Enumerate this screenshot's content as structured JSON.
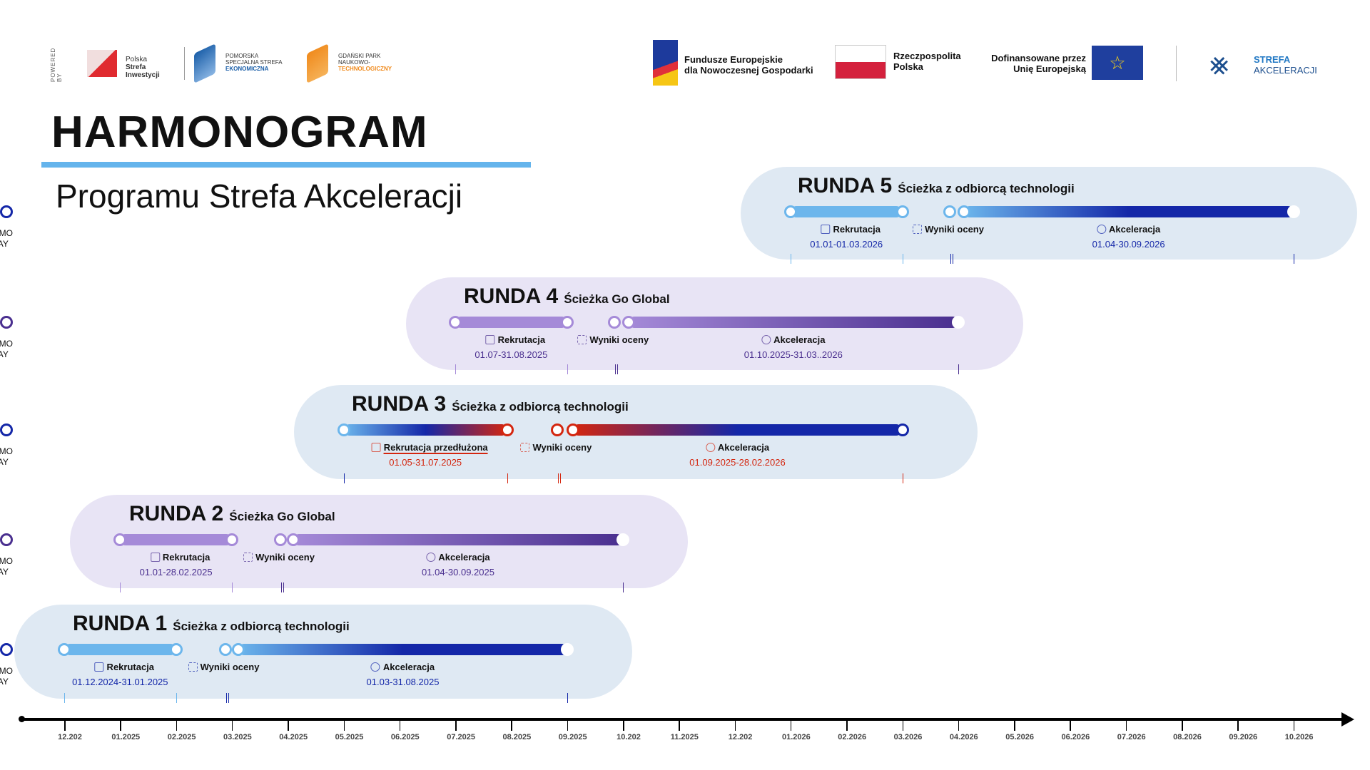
{
  "header": {
    "powered_by": "POWERED BY",
    "logos": {
      "psi": [
        "Polska",
        "Strefa Inwestycji"
      ],
      "psse": [
        "POMORSKA",
        "SPECJALNA STREFA",
        "EKONOMICZNA"
      ],
      "gpnt": [
        "GDAŃSKI PARK",
        "NAUKOWO-",
        "TECHNOLOGICZNY"
      ],
      "fe": [
        "Fundusze Europejskie",
        "dla Nowoczesnej Gospodarki"
      ],
      "rp": [
        "Rzeczpospolita",
        "Polska"
      ],
      "eu": [
        "Dofinansowane przez",
        "Unię Europejską"
      ],
      "sa": [
        "STREFA",
        "AKCELERACJI"
      ]
    },
    "title": "HARMONOGRAM",
    "subtitle": "Programu Strefa Akceleracji"
  },
  "colors": {
    "blue_light": "#6cb6ec",
    "blue_dark": "#1427a8",
    "purple_light": "#a58ad8",
    "purple_dark": "#4a2f8f",
    "red": "#d4260f"
  },
  "axis": {
    "months": [
      "12.202",
      "01.2025",
      "02.2025",
      "03.2025",
      "04.2025",
      "05.2025",
      "06.2025",
      "07.2025",
      "08.2025",
      "09.2025",
      "10.202",
      "11.2025",
      "12.202",
      "01.2026",
      "02.2026",
      "03.2026",
      "04.2026",
      "05.2026",
      "06.2026",
      "07.2026",
      "08.2026",
      "09.2026",
      "10.2026"
    ]
  },
  "rounds": [
    {
      "title": "RUNDA 5",
      "path": "Ścieżka z odbiorcą technologii",
      "theme": "blue",
      "rek": [
        13,
        15
      ],
      "wyn": 15.85,
      "acc": [
        16.1,
        22
      ],
      "demo": "DEMO",
      "rek_label": "Rekrutacja",
      "rek_date": "01.01-01.03.2026",
      "wyn_label": "Wyniki oceny",
      "acc_label": "Akceleracja",
      "acc_date": "01.04-30.09.2026",
      "day": "DAY"
    },
    {
      "title": "RUNDA 4",
      "path": "Ścieżka Go Global",
      "theme": "purple",
      "rek": [
        7,
        9
      ],
      "wyn": 9.85,
      "acc": [
        10.1,
        16
      ],
      "demo": "DEMO",
      "rek_label": "Rekrutacja",
      "rek_date": "01.07-31.08.2025",
      "wyn_label": "Wyniki oceny",
      "acc_label": "Akceleracja",
      "acc_date": "01.10.2025-31.03..2026",
      "day": "DAY"
    },
    {
      "title": "RUNDA 3",
      "path": "Ścieżka z odbiorcą technologii",
      "theme": "red",
      "rek": [
        5,
        7.93
      ],
      "wyn": 8.83,
      "acc": [
        9.1,
        15
      ],
      "demo": "DEMO",
      "rek_label": "Rekrutacja przedłużona",
      "rek_date": "01.05-31.07.2025",
      "wyn_label": "Wyniki oceny",
      "acc_label": "Akceleracja",
      "acc_date": "01.09.2025-28.02.2026",
      "day": "DAY"
    },
    {
      "title": "RUNDA 2",
      "path": "Ścieżka Go Global",
      "theme": "purple",
      "rek": [
        1,
        3
      ],
      "wyn": 3.87,
      "acc": [
        4.1,
        10
      ],
      "demo": "DEMO",
      "rek_label": "Rekrutacja",
      "rek_date": "01.01-28.02.2025",
      "wyn_label": "Wyniki oceny",
      "acc_label": "Akceleracja",
      "acc_date": "01.04-30.09.2025",
      "day": "DAY"
    },
    {
      "title": "RUNDA 1",
      "path": "Ścieżka z odbiorcą technologii",
      "theme": "blue",
      "rek": [
        0,
        2
      ],
      "wyn": 2.88,
      "acc": [
        3.12,
        9
      ],
      "demo": "DEMO",
      "rek_label": "Rekrutacja",
      "rek_date": "01.12.2024-31.01.2025",
      "wyn_label": "Wyniki oceny",
      "acc_label": "Akceleracja",
      "acc_date": "01.03-31.08.2025",
      "day": "DAY"
    }
  ]
}
